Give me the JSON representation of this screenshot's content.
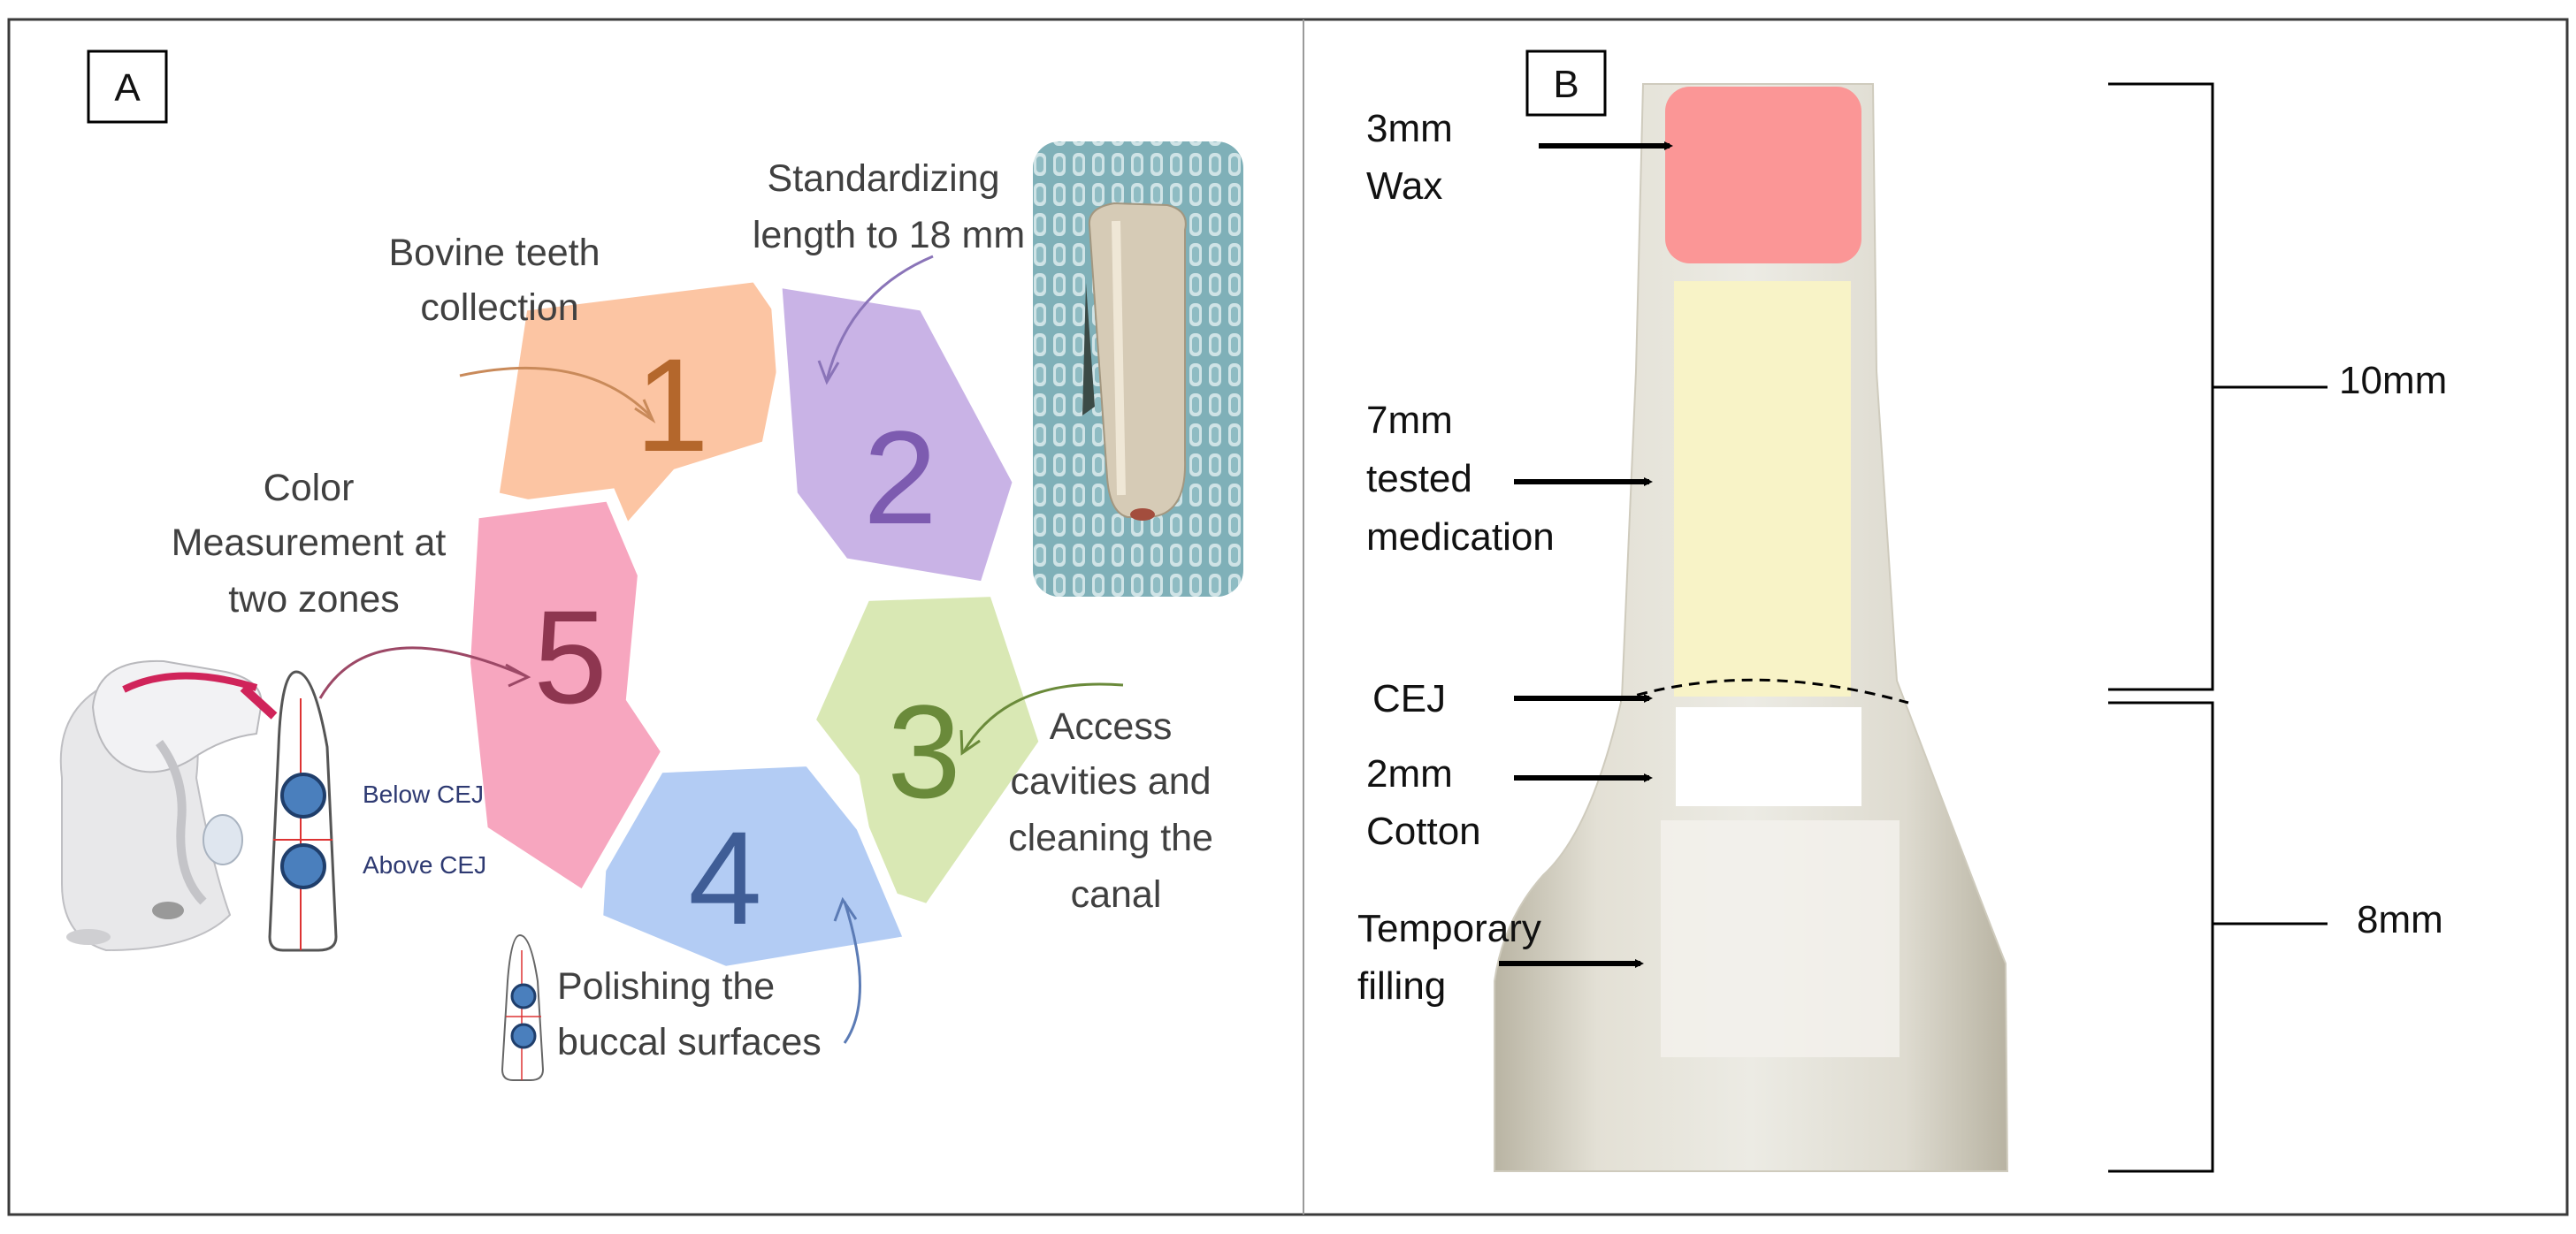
{
  "panel_a": {
    "label": "A",
    "steps": [
      {
        "number": "1",
        "caption": [
          "Bovine teeth",
          "collection"
        ]
      },
      {
        "number": "2",
        "caption": [
          "Standardizing",
          "length to 18 mm"
        ]
      },
      {
        "number": "3",
        "caption": [
          "Access",
          "cavities and",
          "cleaning the",
          "canal"
        ]
      },
      {
        "number": "4",
        "caption": [
          "Polishing the",
          "buccal surfaces"
        ]
      },
      {
        "number": "5",
        "caption": [
          "Color",
          "Measurement at",
          "two zones"
        ]
      }
    ],
    "zone_labels": {
      "below": "Below CEJ",
      "above": "Above CEJ"
    }
  },
  "panel_b": {
    "label": "B",
    "layers": [
      {
        "lines": [
          "3mm",
          "Wax"
        ],
        "color": "#fb9696"
      },
      {
        "lines": [
          "7mm",
          "tested",
          "medication"
        ],
        "color": "#f8f3c7"
      },
      {
        "lines": [
          "CEJ"
        ]
      },
      {
        "lines": [
          "2mm",
          "Cotton"
        ],
        "color": "#ffffff"
      },
      {
        "lines": [
          "Temporary",
          "filling"
        ]
      }
    ],
    "dimensions": {
      "upper": "10mm",
      "lower": "8mm"
    }
  },
  "colors": {
    "step1": "#fcc5a3",
    "step2": "#c9b3e6",
    "step3": "#d9e8b4",
    "step4": "#b3ccf4",
    "step5": "#f7a6bf",
    "num1": "#b4672c",
    "num2": "#7d5bb0",
    "num3": "#6a8a3a",
    "num4": "#3f5d96",
    "num5": "#8e3650"
  }
}
